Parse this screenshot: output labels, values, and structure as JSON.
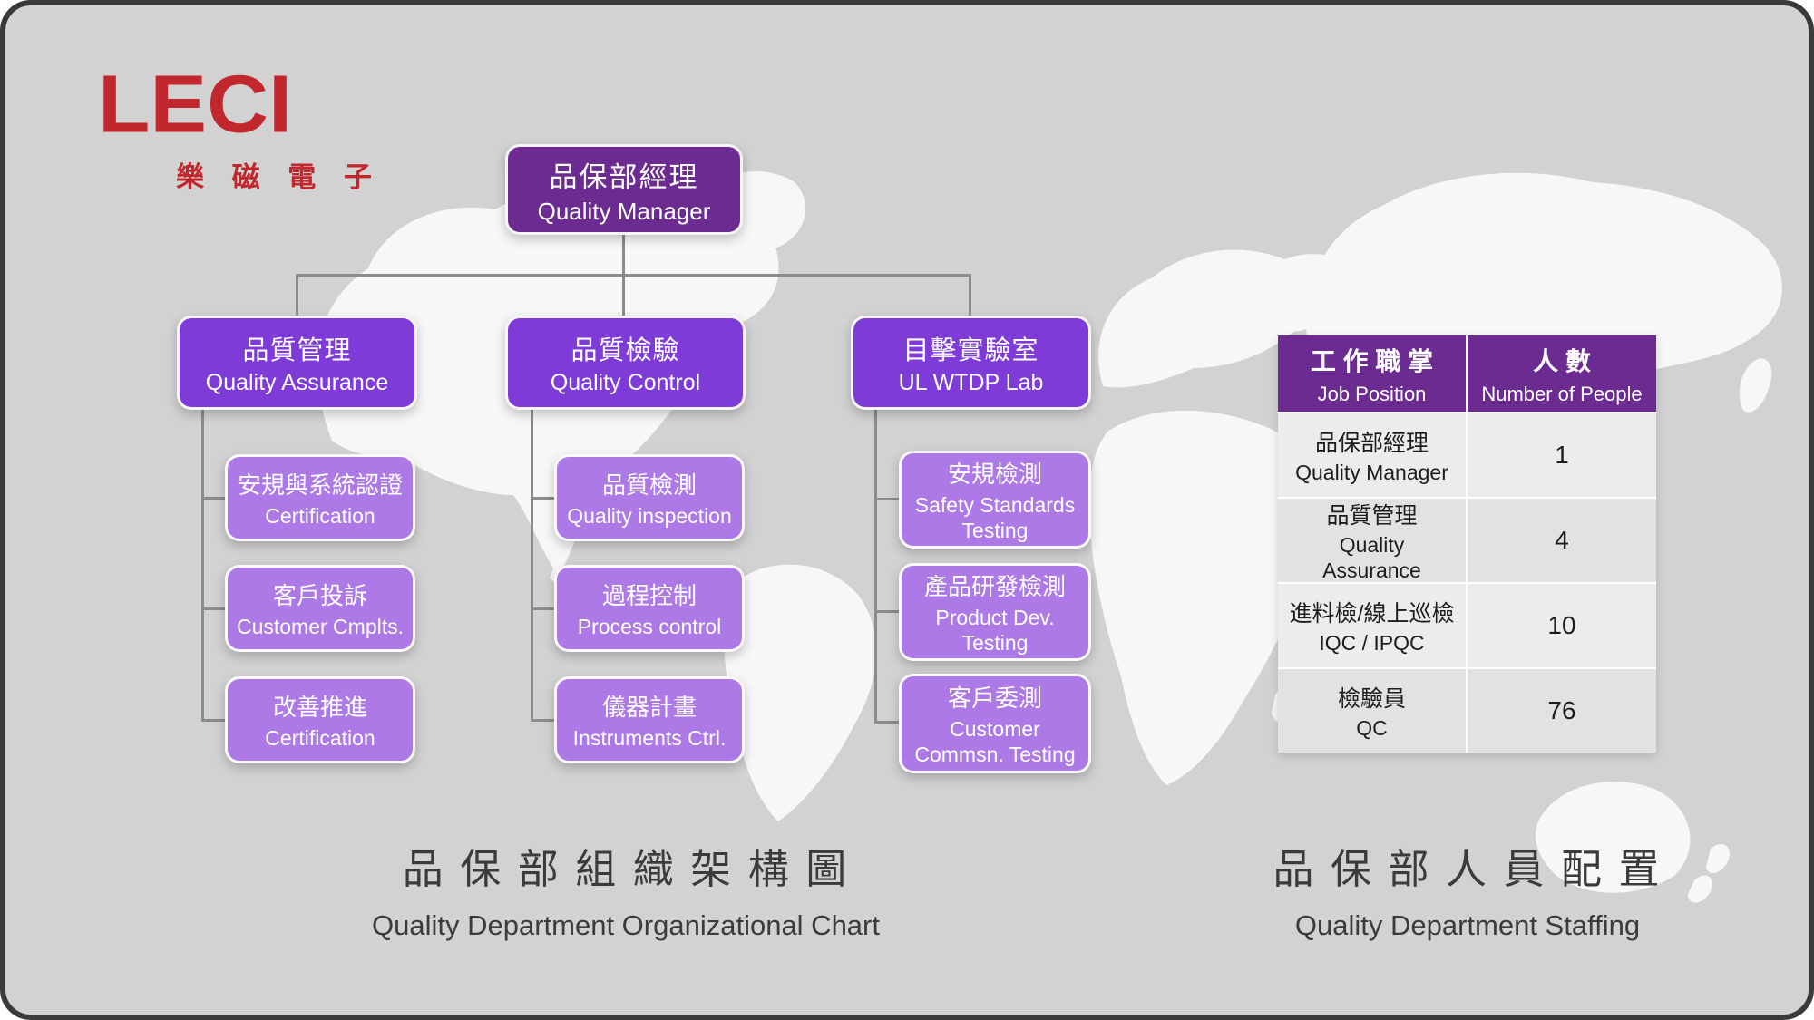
{
  "brand": {
    "logo_text": "LECI",
    "logo_subtext": "樂 磁 電 子",
    "brand_red": "#C1272D"
  },
  "colors": {
    "background_gray": "#D2D2D2",
    "border_dark": "#3A3A3A",
    "box_dark_purple": "#6B2B90",
    "box_mid_purple": "#7E3BD8",
    "box_light_purple": "#AC79E6",
    "connector_gray": "#8C8C8C",
    "map_white": "#F7F7F7"
  },
  "org_chart": {
    "root": {
      "zh": "品保部經理",
      "en": "Quality Manager"
    },
    "branches": [
      {
        "zh": "品質管理",
        "en": "Quality Assurance",
        "children": [
          {
            "zh": "安規與系統認證",
            "en": "Certification"
          },
          {
            "zh": "客戶投訴",
            "en": "Customer Cmplts."
          },
          {
            "zh": "改善推進",
            "en": "Certification"
          }
        ]
      },
      {
        "zh": "品質檢驗",
        "en": "Quality Control",
        "children": [
          {
            "zh": "品質檢測",
            "en": "Quality inspection"
          },
          {
            "zh": "過程控制",
            "en": "Process control"
          },
          {
            "zh": "儀器計畫",
            "en": "Instruments Ctrl."
          }
        ]
      },
      {
        "zh": "目擊實驗室",
        "en": "UL WTDP Lab",
        "children": [
          {
            "zh": "安規檢測",
            "en": "Safety Standards\nTesting"
          },
          {
            "zh": "產品研發檢測",
            "en": "Product Dev.\nTesting"
          },
          {
            "zh": "客戶委測",
            "en": "Customer\nCommsn. Testing"
          }
        ]
      }
    ],
    "caption": {
      "zh": "品 保 部 組 織 架 構 圖",
      "en": "Quality Department Organizational Chart"
    }
  },
  "staffing": {
    "caption": {
      "zh": "品 保 部 人 員 配 置",
      "en": "Quality Department Staffing"
    },
    "headers": {
      "position": {
        "zh": "工 作 職 掌",
        "en": "Job Position"
      },
      "count": {
        "zh": "人  數",
        "en": "Number of People"
      }
    },
    "rows": [
      {
        "zh": "品保部經理",
        "en": "Quality Manager",
        "count": "1"
      },
      {
        "zh": "品質管理",
        "en": "Quality\nAssurance",
        "count": "4"
      },
      {
        "zh": "進料檢/線上巡檢",
        "en": "IQC / IPQC",
        "count": "10"
      },
      {
        "zh": "檢驗員",
        "en": "QC",
        "count": "76"
      }
    ]
  }
}
